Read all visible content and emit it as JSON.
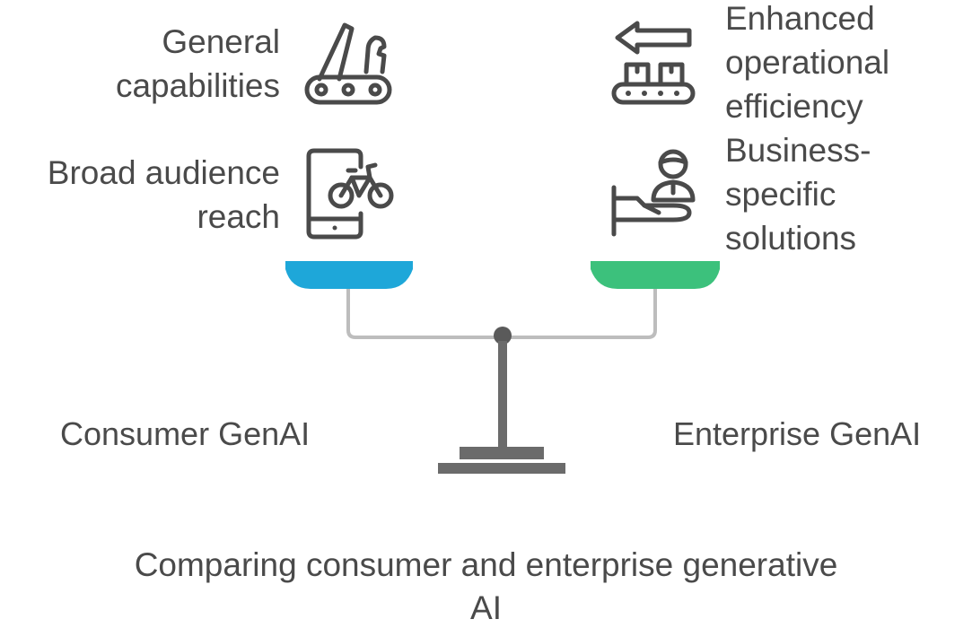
{
  "left_side": {
    "title": "Consumer GenAI",
    "color": "#1ea7d9",
    "items": [
      {
        "label": "General\ncapabilities",
        "icon": "swiss-army-knife-icon"
      },
      {
        "label": "Broad audience\nreach",
        "icon": "mobile-bicycle-icon"
      }
    ]
  },
  "right_side": {
    "title": "Enterprise GenAI",
    "color": "#3cc17c",
    "items": [
      {
        "label": "Enhanced\noperational\nefficiency",
        "icon": "conveyor-belt-icon"
      },
      {
        "label": "Business-\nspecific\nsolutions",
        "icon": "service-person-icon"
      }
    ]
  },
  "caption": {
    "line1": "Comparing consumer and enterprise generative",
    "line2": "AI"
  }
}
